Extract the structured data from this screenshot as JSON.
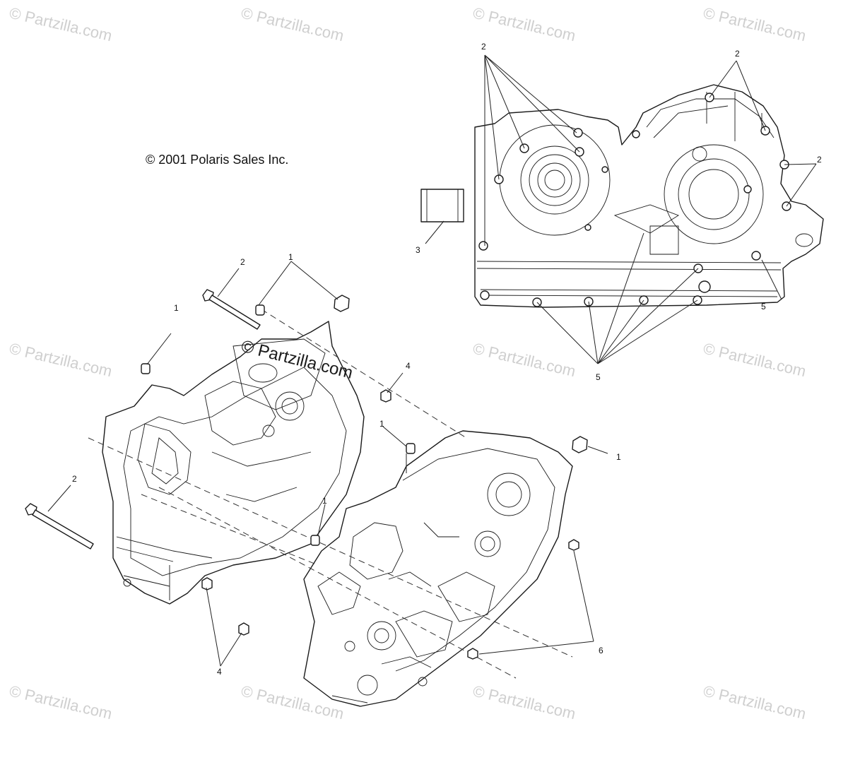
{
  "copyright": "© 2001 Polaris Sales Inc.",
  "watermark": "© Partzilla.com",
  "center_watermark": "© Partzilla.com",
  "callouts": {
    "c1": "2",
    "c2": "2",
    "c3": "2",
    "c4": "3",
    "c5": "5",
    "c6": "5",
    "c7": "2",
    "c8": "1",
    "c9": "1",
    "c10": "4",
    "c11": "2",
    "c12": "1",
    "c13": "1",
    "c14": "1",
    "c15": "4",
    "c16": "6"
  },
  "colors": {
    "watermark": "#cfcfcf",
    "line": "#1a1a1a",
    "background": "#ffffff"
  }
}
